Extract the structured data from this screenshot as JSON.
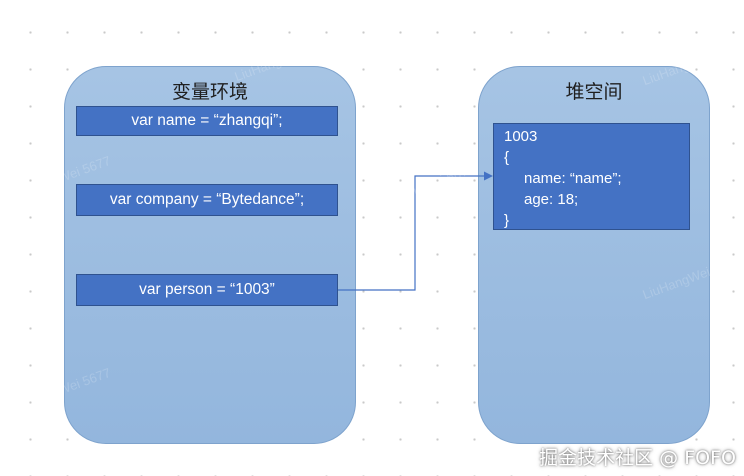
{
  "variable_environment": {
    "title": "变量环境",
    "entries": [
      "var name = “zhangqi”;",
      "var company = “Bytedance”;",
      "var person = “1003”"
    ]
  },
  "heap": {
    "title": "堆空间",
    "object": {
      "address": "1003",
      "open_brace": "{",
      "props": [
        "name: “name”;",
        "age: 18;"
      ],
      "close_brace": "}"
    }
  },
  "footer": "掘金技术社区 @ FOFO",
  "colors": {
    "panel": "#a6c4e4",
    "box": "#4472c4",
    "arrow": "#4472c4"
  }
}
